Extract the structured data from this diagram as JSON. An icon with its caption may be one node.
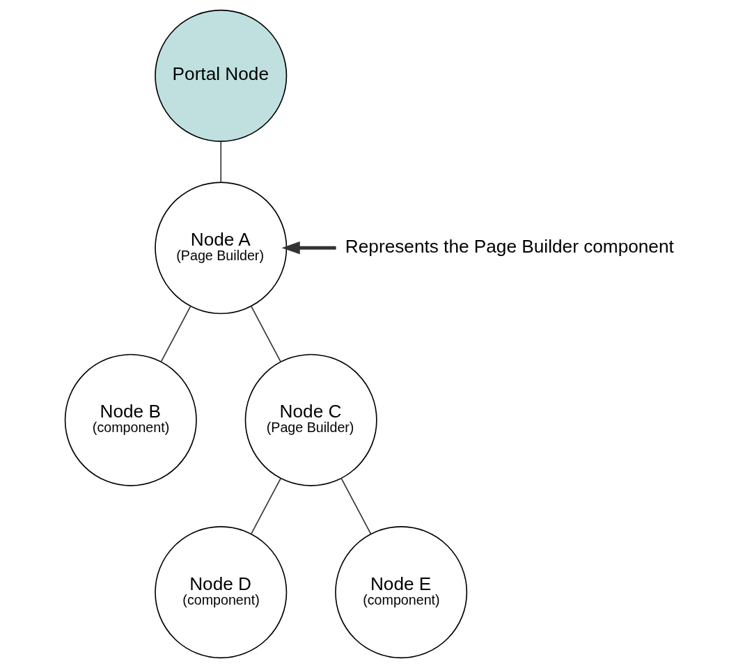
{
  "diagram": {
    "nodes": [
      {
        "text": [
          "Portal Node"
        ]
      },
      {
        "text": [
          "Node A",
          "(Page Builder)"
        ]
      },
      {
        "text": [
          "Node B",
          "(component)"
        ]
      },
      {
        "text": [
          "Node C",
          "(Page Builder)"
        ]
      },
      {
        "text": [
          "Node D",
          "(component)"
        ]
      },
      {
        "text": [
          "Node E",
          "(component)"
        ]
      },
      {
        "text": [
          "Represents the Page Builder component"
        ]
      }
    ],
    "edges": [
      {
        "from": 0,
        "to": 1,
        "arrow": "none"
      },
      {
        "from": 1,
        "to": 2,
        "arrow": "none"
      },
      {
        "from": 1,
        "to": 3,
        "arrow": "none"
      },
      {
        "from": 3,
        "to": 4,
        "arrow": "none"
      },
      {
        "from": 3,
        "to": 5,
        "arrow": "none"
      },
      {
        "from": 6,
        "to": 1,
        "arrow": "to",
        "style": "thick"
      }
    ]
  }
}
